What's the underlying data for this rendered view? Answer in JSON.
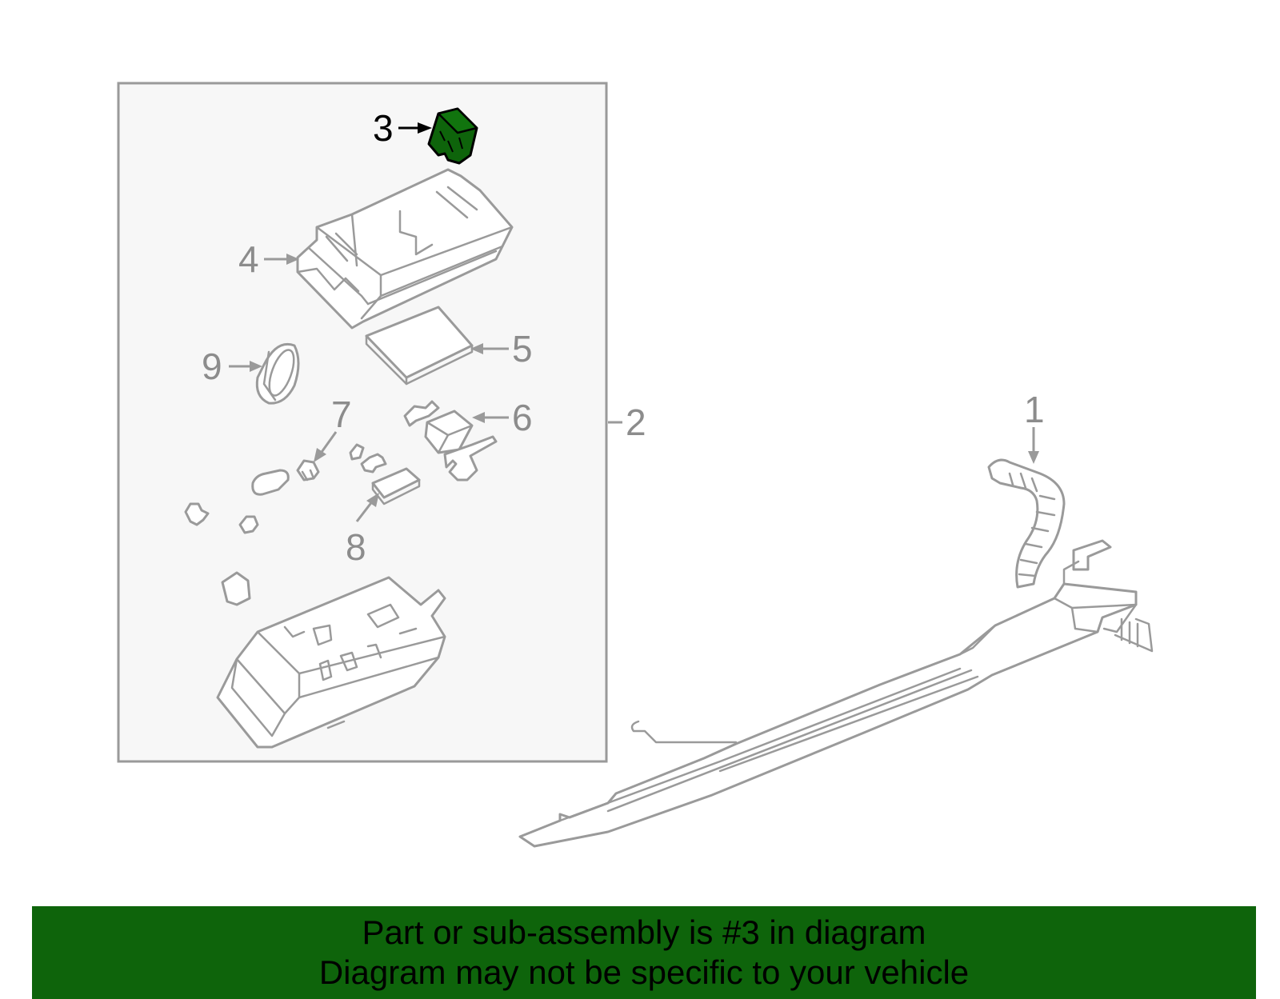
{
  "diagram": {
    "highlight_color": "#0e640b",
    "highlighted_part": "3",
    "callouts": {
      "c1": "1",
      "c2": "2",
      "c3": "3",
      "c4": "4",
      "c5": "5",
      "c6": "6",
      "c7": "7",
      "c8": "8",
      "c9": "9"
    }
  },
  "banner": {
    "line1": "Part or sub-assembly is #3 in diagram",
    "line2": "Diagram may not be specific to your vehicle"
  }
}
